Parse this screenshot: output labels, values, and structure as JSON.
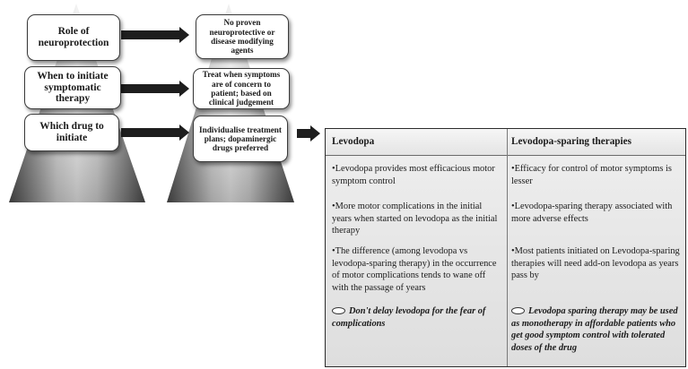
{
  "left_pyramid": {
    "boxes": [
      {
        "label": "Role of neuroprotection"
      },
      {
        "label": "When to initiate symptomatic therapy"
      },
      {
        "label": "Which drug to initiate"
      }
    ]
  },
  "right_pyramid": {
    "boxes": [
      {
        "label": "No proven neuroprotective or disease modifying agents"
      },
      {
        "label": "Treat when symptoms are of concern to patient; based on clinical judgement"
      },
      {
        "label": "Individualise treatment plans; dopaminergic drugs preferred"
      }
    ]
  },
  "table": {
    "headers": [
      "Levodopa",
      "Levodopa-sparing therapies"
    ],
    "rows": [
      [
        "•Levodopa provides most efficacious motor symptom control",
        "•Efficacy for control of motor symptoms is lesser"
      ],
      [
        "•More motor complications in the initial years when started on levodopa as the initial therapy",
        "•Levodopa-sparing therapy associated with more adverse effects"
      ],
      [
        "•The difference (among levodopa vs levodopa-sparing therapy) in the occurrence of motor complications tends to wane off with the passage of years",
        "•Most patients initiated on Levodopa-sparing therapies will need add-on levodopa as years pass by"
      ]
    ],
    "notes": [
      "Don't delay levodopa for the fear of complications",
      "Levodopa sparing therapy may be used as monotherapy in affordable patients who get good symptom control with tolerated doses of the drug"
    ]
  },
  "colors": {
    "pyramid_light": "#ececec",
    "pyramid_dark": "#555555",
    "arrow": "#1e1e1e"
  }
}
